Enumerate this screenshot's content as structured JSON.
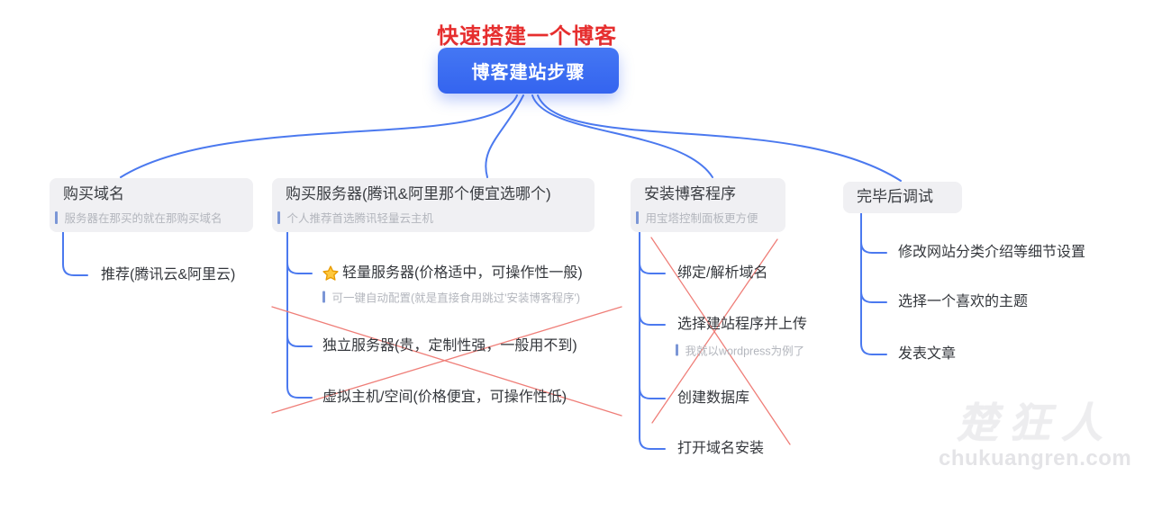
{
  "page_title": "快速搭建一个博客",
  "root": {
    "label": "博客建站步骤"
  },
  "colors": {
    "root_node_bg": "#3b6cf2",
    "connector_blue": "#4b79ef",
    "title_red": "#e62e2e",
    "cross_out_red": "#ef7e78",
    "branch_node_bg": "#f0f0f3",
    "note_text_gray": "#b3b6bd",
    "note_bar_blue": "#7b96d6",
    "star_gold": "#ffc83d"
  },
  "branches": [
    {
      "title": "购买域名",
      "note": "服务器在那买的就在那购买域名",
      "children": [
        {
          "label": "推荐(腾讯云&阿里云)"
        }
      ]
    },
    {
      "title": "购买服务器(腾讯&阿里那个便宜选哪个)",
      "note": "个人推荐首选腾讯轻量云主机",
      "children": [
        {
          "label": "轻量服务器(价格适中，可操作性一般)",
          "icon": "star-icon",
          "note": "可一键自动配置(就是直接食用跳过'安装博客程序')"
        },
        {
          "label": "独立服务器(贵，定制性强，一般用不到)",
          "crossed": true
        },
        {
          "label": "虚拟主机/空间(价格便宜，可操作性低)",
          "crossed": true
        }
      ]
    },
    {
      "title": "安装博客程序",
      "note": "用宝塔控制面板更方便",
      "children_crossed_out": true,
      "children": [
        {
          "label": "绑定/解析域名"
        },
        {
          "label": "选择建站程序并上传",
          "note": "我就以wordpress为例了"
        },
        {
          "label": "创建数据库"
        },
        {
          "label": "打开域名安装"
        }
      ]
    },
    {
      "title": "完毕后调试",
      "children": [
        {
          "label": "修改网站分类介绍等细节设置"
        },
        {
          "label": "选择一个喜欢的主题"
        },
        {
          "label": "发表文章"
        }
      ]
    }
  ],
  "watermark": {
    "name": "楚狂人",
    "domain": "chukuangren.com"
  }
}
